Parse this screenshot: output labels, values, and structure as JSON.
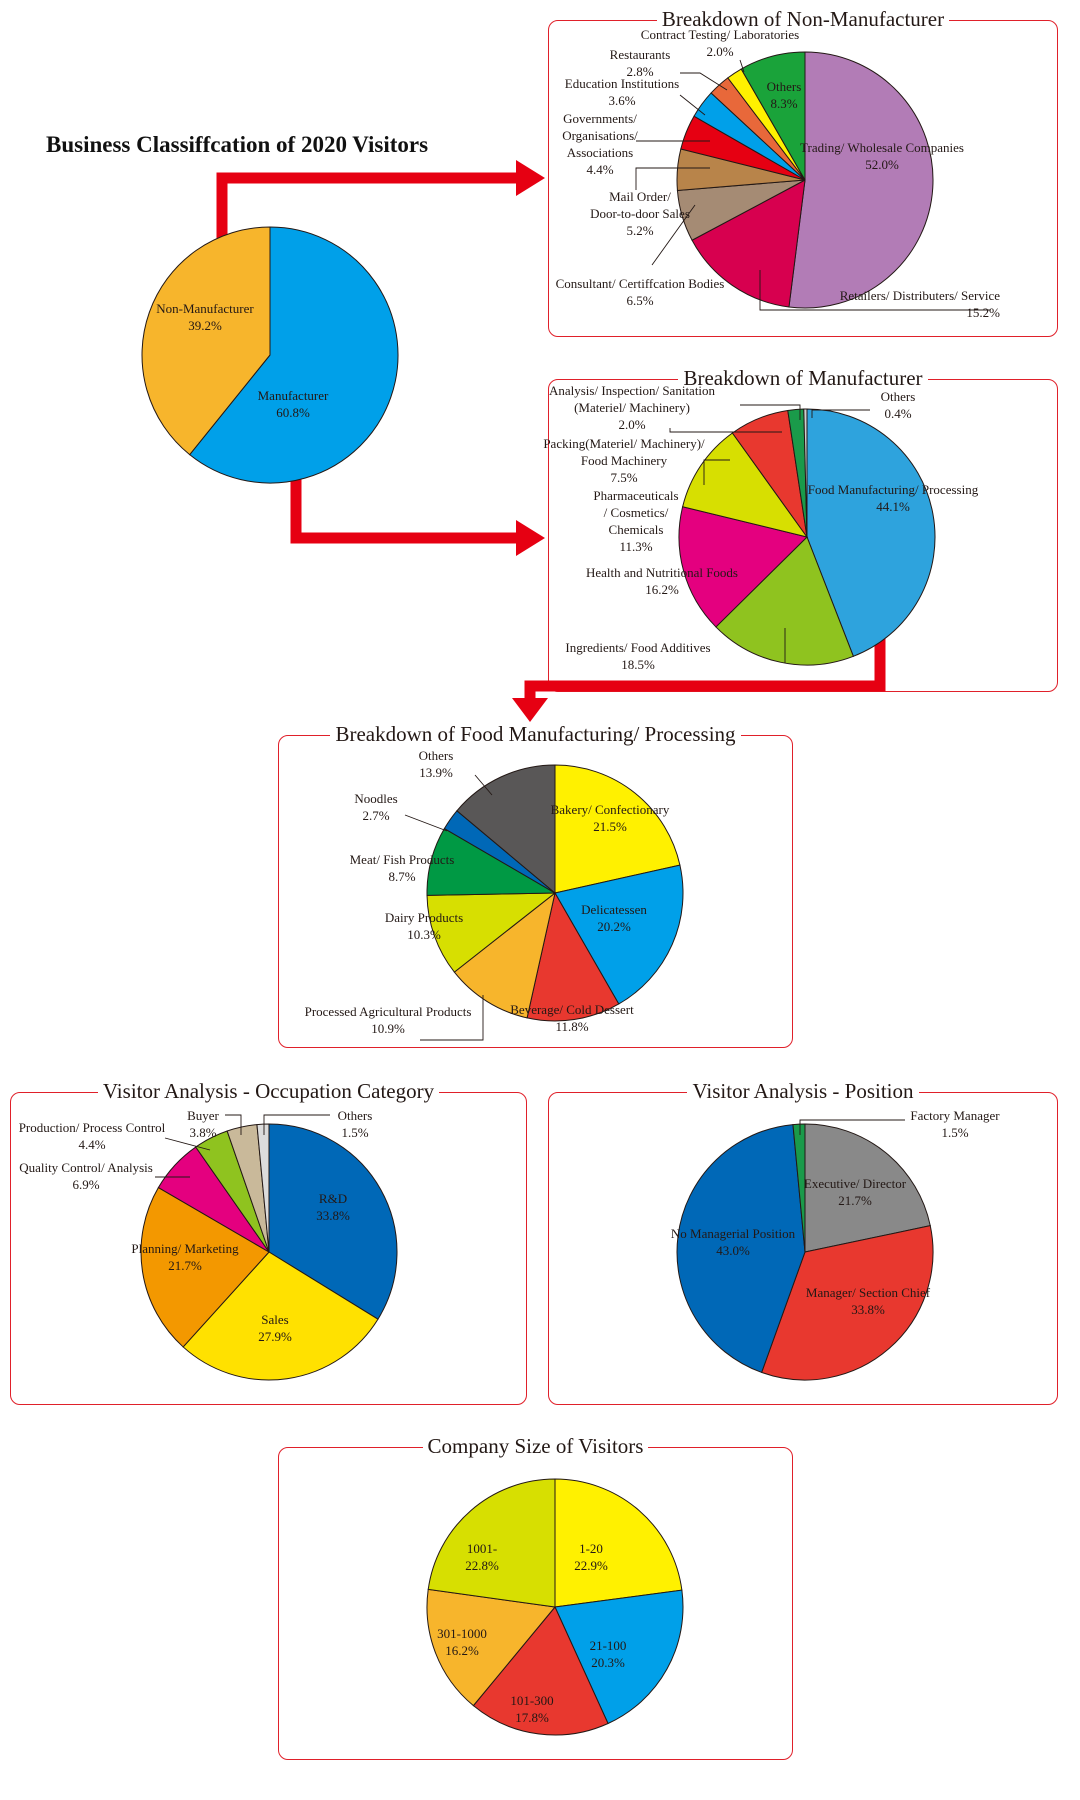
{
  "main_title": "Business Classiffcation of 2020 Visitors",
  "colors": {
    "panel_border": "#e0202a",
    "arrow": "#e60012"
  },
  "chart_data": [
    {
      "type": "pie",
      "id": "business",
      "title": "",
      "slices": [
        {
          "label": "Manufacturer",
          "value": 60.8,
          "display": "60.8%",
          "color": "#00a0e9"
        },
        {
          "label": "Non-Manufacturer",
          "value": 39.2,
          "display": "39.2%",
          "color": "#f7b52c"
        }
      ]
    },
    {
      "type": "pie",
      "id": "non_manufacturer",
      "title": "Breakdown of Non-Manufacturer",
      "slices": [
        {
          "label": "Trading/ Wholesale Companies",
          "value": 52.0,
          "display": "52.0%",
          "color": "#b27cb6"
        },
        {
          "label": "Retailers/ Distributers/ Service",
          "value": 15.2,
          "display": "15.2%",
          "color": "#d7004f"
        },
        {
          "label": "Consultant/ Certiffcation Bodies",
          "value": 6.5,
          "display": "6.5%",
          "color": "#a58b74"
        },
        {
          "label": "Mail Order/ Door-to-door Sales",
          "value": 5.2,
          "display": "5.2%",
          "color": "#b8844a"
        },
        {
          "label": "Governments/ Organisations/ Associations",
          "value": 4.4,
          "display": "4.4%",
          "color": "#e60012"
        },
        {
          "label": "Education Institutions",
          "value": 3.6,
          "display": "3.6%",
          "color": "#00a0e9"
        },
        {
          "label": "Restaurants",
          "value": 2.8,
          "display": "2.8%",
          "color": "#e8683a"
        },
        {
          "label": "Contract Testing/ Laboratories",
          "value": 2.0,
          "display": "2.0%",
          "color": "#fff100"
        },
        {
          "label": "Others",
          "value": 8.3,
          "display": "8.3%",
          "color": "#1aa33a"
        }
      ]
    },
    {
      "type": "pie",
      "id": "manufacturer",
      "title": "Breakdown of Manufacturer",
      "slices": [
        {
          "label": "Food Manufacturing/ Processing",
          "value": 44.1,
          "display": "44.1%",
          "color": "#2ea3dd"
        },
        {
          "label": "Ingredients/ Food Additives",
          "value": 18.5,
          "display": "18.5%",
          "color": "#8fc31f"
        },
        {
          "label": "Health and Nutritional Foods",
          "value": 16.2,
          "display": "16.2%",
          "color": "#e4007f"
        },
        {
          "label": "Pharmaceuticals / Cosmetics/ Chemicals",
          "value": 11.3,
          "display": "11.3%",
          "color": "#d7df01"
        },
        {
          "label": "Packing(Materiel/ Machinery)/ Food Machinery",
          "value": 7.5,
          "display": "7.5%",
          "color": "#e8382f"
        },
        {
          "label": "Analysis/ Inspection/ Sanitation (Materiel/ Machinery)",
          "value": 2.0,
          "display": "2.0%",
          "color": "#1a9a4a"
        },
        {
          "label": "Others",
          "value": 0.4,
          "display": "0.4%",
          "color": "#cfcfcf"
        }
      ]
    },
    {
      "type": "pie",
      "id": "food_processing",
      "title": "Breakdown of Food Manufacturing/ Processing",
      "slices": [
        {
          "label": "Bakery/ Confectionary",
          "value": 21.5,
          "display": "21.5%",
          "color": "#fff100"
        },
        {
          "label": "Delicatessen",
          "value": 20.2,
          "display": "20.2%",
          "color": "#00a0e9"
        },
        {
          "label": "Beverage/ Cold Dessert",
          "value": 11.8,
          "display": "11.8%",
          "color": "#e8382f"
        },
        {
          "label": "Processed Agricultural Products",
          "value": 10.9,
          "display": "10.9%",
          "color": "#f7b52c"
        },
        {
          "label": "Dairy Products",
          "value": 10.3,
          "display": "10.3%",
          "color": "#d7df01"
        },
        {
          "label": "Meat/ Fish Products",
          "value": 8.7,
          "display": "8.7%",
          "color": "#009944"
        },
        {
          "label": "Noodles",
          "value": 2.7,
          "display": "2.7%",
          "color": "#0068b7"
        },
        {
          "label": "Others",
          "value": 13.9,
          "display": "13.9%",
          "color": "#595757"
        }
      ]
    },
    {
      "type": "pie",
      "id": "occupation",
      "title": "Visitor Analysis - Occupation Category",
      "slices": [
        {
          "label": "R&D",
          "value": 33.8,
          "display": "33.8%",
          "color": "#0068b7"
        },
        {
          "label": "Sales",
          "value": 27.9,
          "display": "27.9%",
          "color": "#ffe100"
        },
        {
          "label": "Planning/ Marketing",
          "value": 21.7,
          "display": "21.7%",
          "color": "#f39800"
        },
        {
          "label": "Quality Control/ Analysis",
          "value": 6.9,
          "display": "6.9%",
          "color": "#e4007f"
        },
        {
          "label": "Production/ Process Control",
          "value": 4.4,
          "display": "4.4%",
          "color": "#8fc31f"
        },
        {
          "label": "Buyer",
          "value": 3.8,
          "display": "3.8%",
          "color": "#c9b99a"
        },
        {
          "label": "Others",
          "value": 1.5,
          "display": "1.5%",
          "color": "#dcdcdc"
        }
      ]
    },
    {
      "type": "pie",
      "id": "position",
      "title": "Visitor Analysis - Position",
      "slices": [
        {
          "label": "Executive/ Director",
          "value": 21.7,
          "display": "21.7%",
          "color": "#898989"
        },
        {
          "label": "Manager/ Section Chief",
          "value": 33.8,
          "display": "33.8%",
          "color": "#e8382f"
        },
        {
          "label": "No Managerial Position",
          "value": 43.0,
          "display": "43.0%",
          "color": "#0068b7"
        },
        {
          "label": "Factory Manager",
          "value": 1.5,
          "display": "1.5%",
          "color": "#1a9a4a"
        }
      ]
    },
    {
      "type": "pie",
      "id": "company_size",
      "title": "Company Size of Visitors",
      "slices": [
        {
          "label": "1-20",
          "value": 22.9,
          "display": "22.9%",
          "color": "#fff100"
        },
        {
          "label": "21-100",
          "value": 20.3,
          "display": "20.3%",
          "color": "#00a0e9"
        },
        {
          "label": "101-300",
          "value": 17.8,
          "display": "17.8%",
          "color": "#e8382f"
        },
        {
          "label": "301-1000",
          "value": 16.2,
          "display": "16.2%",
          "color": "#f7b52c"
        },
        {
          "label": "1001-",
          "value": 22.8,
          "display": "22.8%",
          "color": "#d7df01"
        }
      ]
    }
  ]
}
